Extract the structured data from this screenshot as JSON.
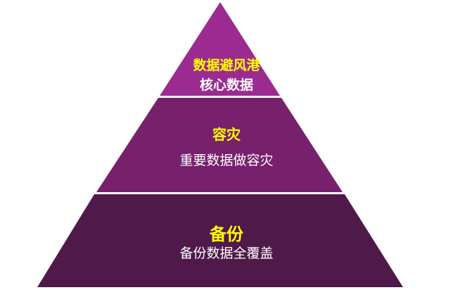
{
  "diagram": {
    "type": "pyramid",
    "colors": {
      "top": "#9B2A91",
      "middle": "#77206C",
      "bottom": "#4F194A",
      "title_text": "#FFFF00",
      "sub_text": "#FFFFFF",
      "separator": "#FFFFFF"
    },
    "layers": [
      {
        "level": "top",
        "title": "数据避风港",
        "subtitle": "核心数据"
      },
      {
        "level": "middle",
        "title": "容灾",
        "subtitle": "重要数据做容灾"
      },
      {
        "level": "bottom",
        "title": "备份",
        "subtitle": "备份数据全覆盖"
      }
    ]
  }
}
